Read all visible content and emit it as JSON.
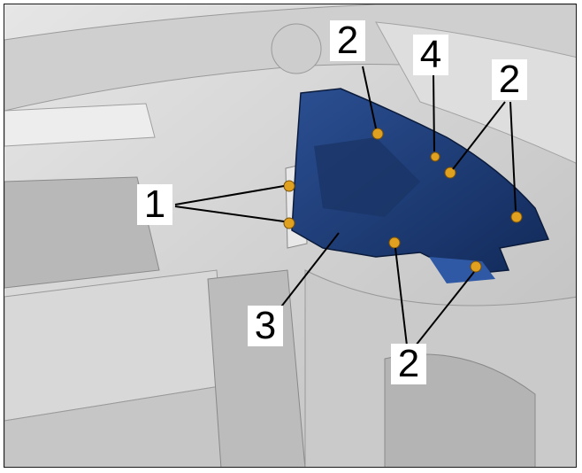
{
  "figure": {
    "callouts": {
      "c1": "1",
      "c2_top": "2",
      "c4": "4",
      "c2_right": "2",
      "c3": "3",
      "c2_bottom": "2"
    },
    "colors": {
      "bracket": "#1f3a70",
      "bracket_dark": "#14284f",
      "fastener": "#e0a020",
      "engine_bay": "#d4d4d4",
      "leader_line": "#000000"
    }
  }
}
